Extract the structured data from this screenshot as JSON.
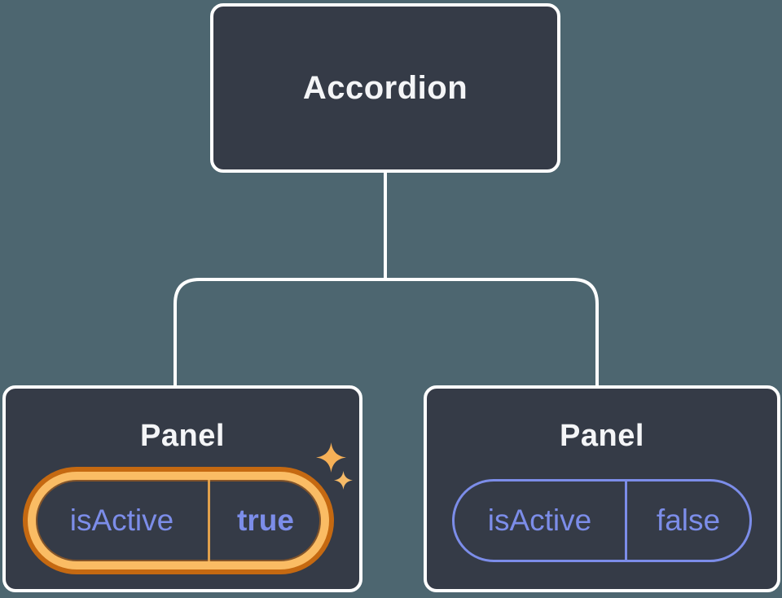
{
  "diagram": {
    "root": {
      "label": "Accordion"
    },
    "panels": [
      {
        "label": "Panel",
        "state": {
          "prop": "isActive",
          "value": "true"
        },
        "highlighted": true
      },
      {
        "label": "Panel",
        "state": {
          "prop": "isActive",
          "value": "false"
        },
        "highlighted": false
      }
    ]
  },
  "icons": {
    "sparkle_large": "sparkle-icon",
    "sparkle_small": "sparkle-icon"
  },
  "colors": {
    "bg": "#4D6670",
    "node-fill": "#353B47",
    "node-border": "#FFFFFF",
    "connector": "#FFFFFF",
    "text-light": "#F4F5F7",
    "purple": "#7C8DE9",
    "orange-dark": "#C56911",
    "orange-light": "#FABC64",
    "divider-orange": "#E0A04C",
    "sparkle-1": "#F6B057",
    "sparkle-2": "#F7BB68"
  }
}
